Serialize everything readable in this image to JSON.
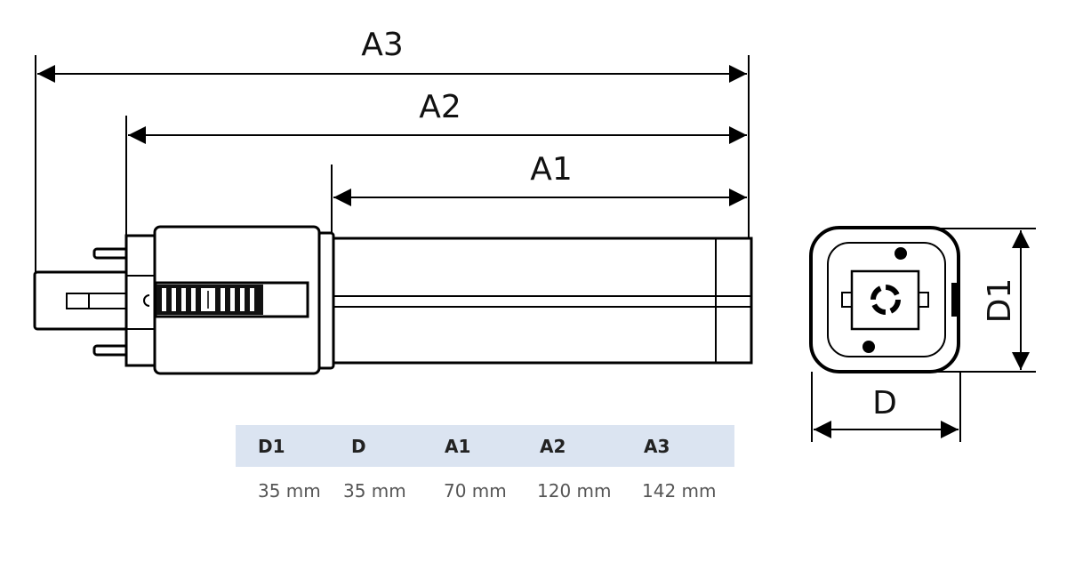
{
  "dimension_labels": {
    "a3": "A3",
    "a2": "A2",
    "a1": "A1",
    "d1": "D1",
    "d": "D"
  },
  "table": {
    "header_bg": "#dbe4f1",
    "headers": [
      "D1",
      "D",
      "A1",
      "A2",
      "A3"
    ],
    "values": [
      "35 mm",
      "35 mm",
      "70 mm",
      "120 mm",
      "142 mm"
    ]
  }
}
